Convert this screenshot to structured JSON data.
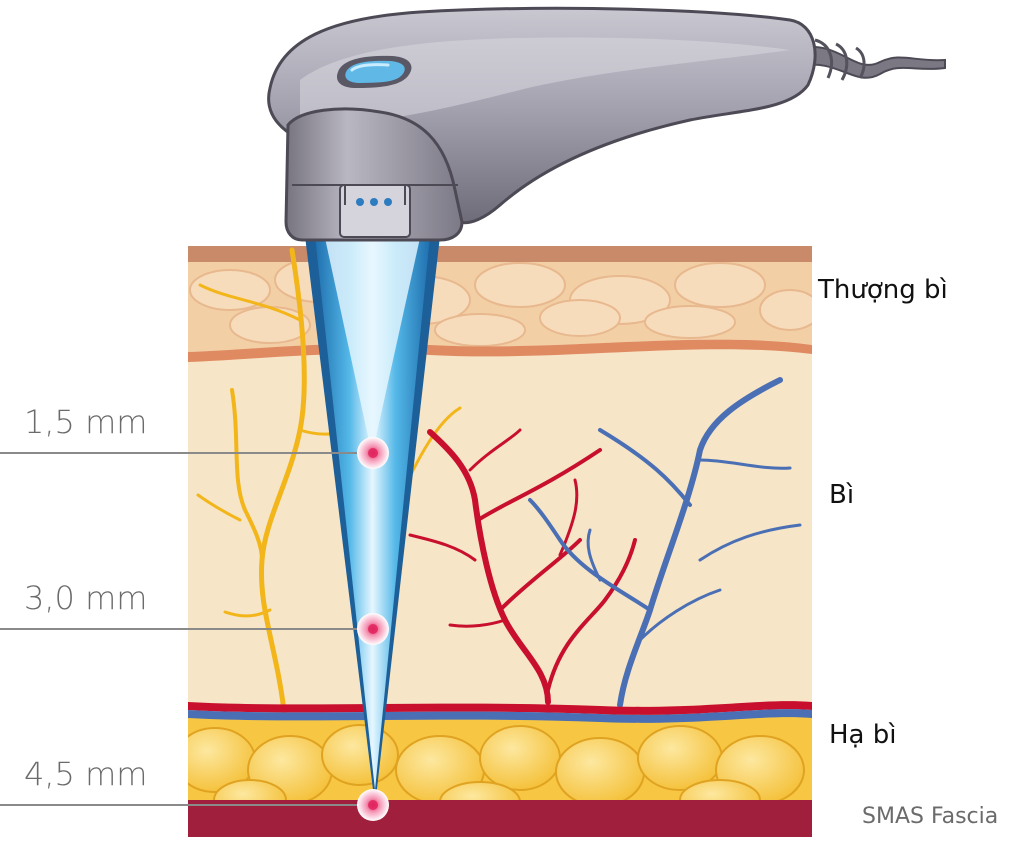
{
  "depths": [
    {
      "label": "1,5 mm",
      "value_mm": 1.5
    },
    {
      "label": "3,0 mm",
      "value_mm": 3.0
    },
    {
      "label": "4,5 mm",
      "value_mm": 4.5
    }
  ],
  "layers": {
    "epidermis": "Thượng bì",
    "dermis": "Bì",
    "hypodermis": "Hạ bì",
    "smas": "SMAS Fascia"
  },
  "colors": {
    "epidermis": "#f3cfa6",
    "epidermis_cells": "#f7dcbc",
    "dermis": "#f6e5c6",
    "fat": "#f7c744",
    "fat_cells": "#fbd86a",
    "smas": "#a01f3d",
    "artery": "#c8102e",
    "vein": "#4a6fb5",
    "nerve": "#f2b61b",
    "beam": "#3aa7dd",
    "handpiece": "#8d8a98",
    "focal_point": "#e0245e"
  }
}
